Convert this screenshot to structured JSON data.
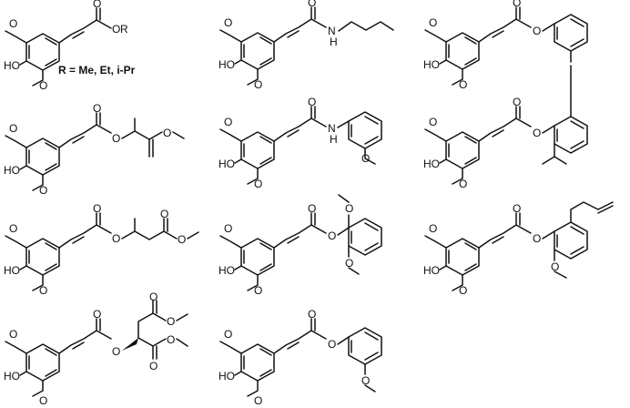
{
  "r_groups_label": "R = Me, Et, i-Pr",
  "atoms": {
    "oxygen": "O",
    "nh": "N\nH",
    "r": "R",
    "ho": "HO"
  },
  "compound_count": 11,
  "colors": {
    "ink": "#111111",
    "background": "#ffffff"
  }
}
